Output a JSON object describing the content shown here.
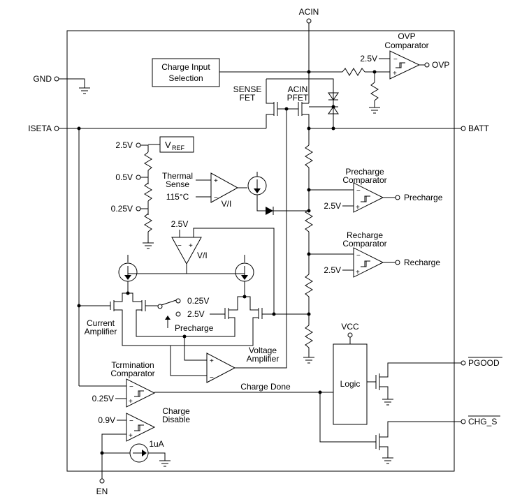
{
  "pins": {
    "acin": "ACIN",
    "gnd": "GND",
    "iseta": "ISETA",
    "batt": "BATT",
    "pgood": "PGOOD",
    "chg_s": "CHG_S",
    "en": "EN"
  },
  "blocks": {
    "charge_input_selection_line1": "Charge Input",
    "charge_input_selection_line2": "Selection",
    "vref_main": "V",
    "vref_sub": "REF",
    "logic": "Logic"
  },
  "labels": {
    "ovp_line1": "OVP",
    "ovp_line2": "Comparator",
    "ovp_out": "OVP",
    "ovp_ref": "2.5V",
    "sense_fet_line1": "SENSE",
    "sense_fet_line2": "FET",
    "acin_pfet_line1": "ACIN",
    "acin_pfet_line2": "PFET",
    "vref_2v5": "2.5V",
    "vref_0v5": "0.5V",
    "vref_0v25": "0.25V",
    "thermal_line1": "Thermal",
    "thermal_line2": "Sense",
    "thermal_115": "115°C",
    "vi_1": "V/I",
    "vi_2": "V/I",
    "vi2_ref": "2.5V",
    "precharge_comp_line1": "Precharge",
    "precharge_comp_line2": "Comparator",
    "precharge_ref": "2.5V",
    "precharge_out": "Precharge",
    "recharge_comp_line1": "Recharge",
    "recharge_comp_line2": "Comparator",
    "recharge_ref": "2.5V",
    "recharge_out": "Recharge",
    "switch_0v25": "0.25V",
    "switch_2v5": "2.5V",
    "switch_precharge": "Precharge",
    "current_amp_line1": "Current",
    "current_amp_line2": "Amplifier",
    "voltage_amp_line1": "Voltage",
    "voltage_amp_line2": "Amplifier",
    "vcc": "VCC",
    "termination_line1": "Tcrmination",
    "termination_line2": "Comparator",
    "termination_ref": "0.25V",
    "charge_done": "Charge Done",
    "charge_disable_line1": "Charge",
    "charge_disable_line2": "Disable",
    "disable_ref": "0.9V",
    "current_source": "1uA"
  }
}
